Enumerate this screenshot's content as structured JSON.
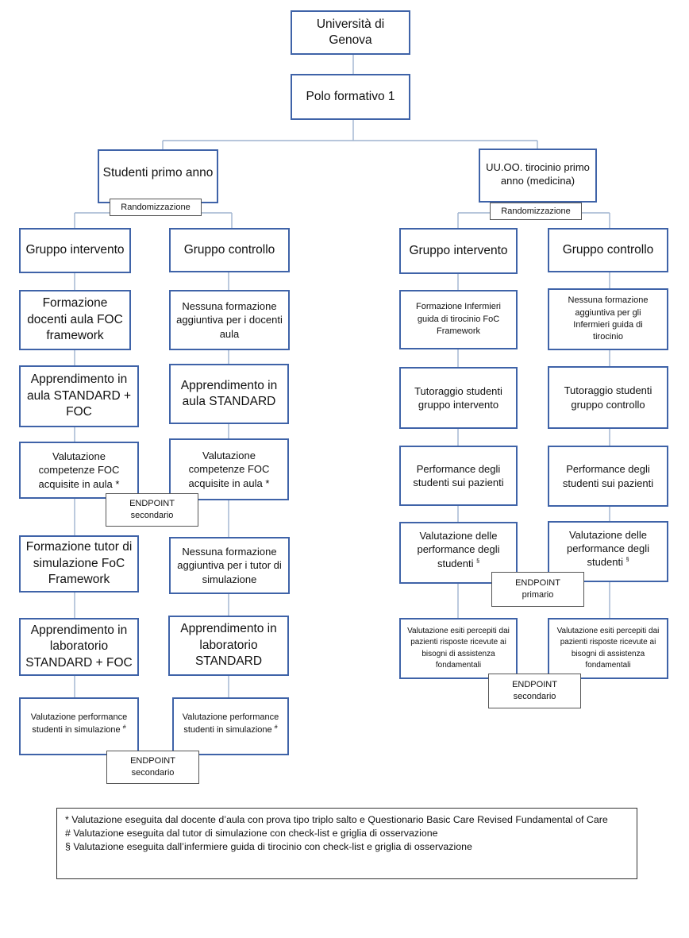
{
  "root": {
    "university": "Università di Genova",
    "polo": "Polo formativo 1"
  },
  "left": {
    "head": "Studenti primo anno",
    "randomization": "Randomizzazione",
    "intervention": {
      "title": "Gruppo intervento",
      "training_faculty": "Formazione docenti aula FOC framework",
      "classroom": "Apprendimento in aula STANDARD + FOC",
      "assessment": "Valutazione competenze FOC acquisite in aula",
      "training_tutor": "Formazione tutor di simulazione FoC Framework",
      "lab": "Apprendimento in laboratorio STANDARD + FOC",
      "sim_assessment": "Valutazione performance studenti in simulazione"
    },
    "control": {
      "title": "Gruppo controllo",
      "training_faculty": "Nessuna formazione aggiuntiva per i docenti aula",
      "classroom": "Apprendimento in aula STANDARD",
      "assessment": "Valutazione competenze FOC acquisite in aula",
      "training_tutor": "Nessuna formazione aggiuntiva per i tutor di simulazione",
      "lab": "Apprendimento in laboratorio STANDARD",
      "sim_assessment": "Valutazione performance studenti in simulazione"
    },
    "endpoint_1": "ENDPOINT secondario",
    "endpoint_2": "ENDPOINT secondario"
  },
  "right": {
    "head": "UU.OO. tirocinio primo anno (medicina)",
    "randomization": "Randomizzazione",
    "intervention": {
      "title": "Gruppo intervento",
      "training": "Formazione Infermieri guida di tirocinio FoC Framework",
      "tutoring": "Tutoraggio studenti gruppo intervento",
      "performance": "Performance degli studenti sui pazienti",
      "evaluation": "Valutazione delle performance degli studenti",
      "outcomes": "Valutazione esiti percepiti dai pazienti risposte ricevute ai bisogni di assistenza fondamentali"
    },
    "control": {
      "title": "Gruppo controllo",
      "training": "Nessuna formazione aggiuntiva per gli Infermieri guida di tirocinio",
      "tutoring": "Tutoraggio studenti gruppo controllo",
      "performance": "Performance degli studenti sui pazienti",
      "evaluation": "Valutazione delle performance degli studenti",
      "outcomes": "Valutazione esiti percepiti dai pazienti risposte ricevute ai bisogni di assistenza fondamentali"
    },
    "endpoint_primary": "ENDPOINT primario",
    "endpoint_secondary": "ENDPOINT secondario"
  },
  "marks": {
    "star": "*",
    "hash": "#",
    "section": "§"
  },
  "notes": {
    "star": "*  Valutazione eseguita dal docente d’aula con prova tipo triplo salto e Questionario Basic Care Revised Fundamental of Care",
    "hash": "#  Valutazione eseguita dal tutor di simulazione con check-list e griglia di osservazione",
    "section": "§  Valutazione eseguita dall’infermiere guida di tirocinio con check-list e griglia di osservazione"
  },
  "colors": {
    "box_border": "#3f63a8",
    "connector": "#9fb4cf",
    "tag_border": "#555555"
  }
}
